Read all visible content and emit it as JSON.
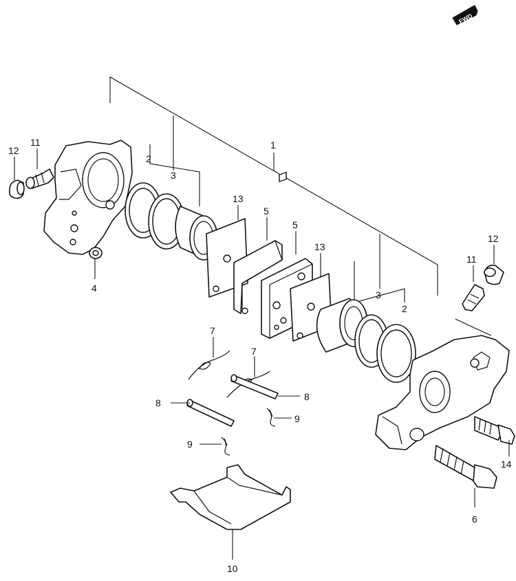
{
  "fwd_label": "FWD",
  "callouts": {
    "c1": "1",
    "c2_left": "2",
    "c2_right": "2",
    "c3_left": "3",
    "c3_right": "3",
    "c4": "4",
    "c5_a": "5",
    "c5_b": "5",
    "c6": "6",
    "c7_a": "7",
    "c7_b": "7",
    "c8_a": "8",
    "c8_b": "8",
    "c9_a": "9",
    "c9_b": "9",
    "c10": "10",
    "c11_left": "11",
    "c11_right": "11",
    "c12_left": "12",
    "c12_right": "12",
    "c13_a": "13",
    "c13_b": "13",
    "c14": "14"
  }
}
